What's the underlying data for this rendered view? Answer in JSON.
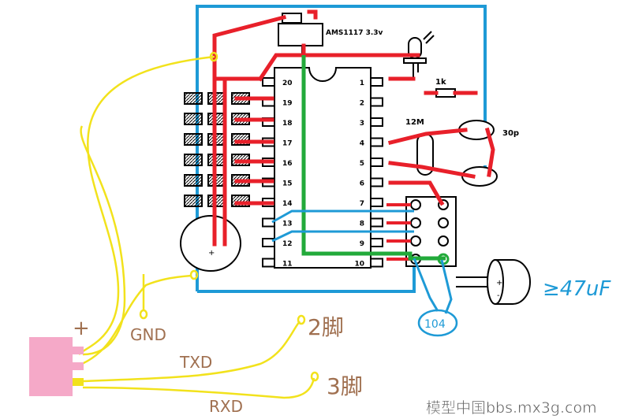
{
  "chip": {
    "left_pins": [
      "20",
      "19",
      "18",
      "17",
      "16",
      "15",
      "14",
      "13",
      "12",
      "11"
    ],
    "right_pins": [
      "1",
      "2",
      "3",
      "4",
      "5",
      "6",
      "7",
      "8",
      "9",
      "10"
    ]
  },
  "labels": {
    "regulator": "AMS1117 3.3v",
    "resistor": "1k",
    "crystal": "12M",
    "cap_30p": "30p",
    "cap_104": "104",
    "cap_47uf": "≥47uF",
    "cap_plus": "+",
    "elec_plus": "+",
    "elec_minus": "-",
    "conn_plus": "+",
    "gnd": "GND",
    "txd": "TXD",
    "rxd": "RXD",
    "pin2": "2脚",
    "pin3": "3脚",
    "watermark": "模型中国bbs.mx3g.com"
  },
  "colors": {
    "power_wire": "#e8202a",
    "board_outline": "#1e9ad6",
    "ground_wire": "#22aa3a",
    "signal_wire": "#f2e21c",
    "connector": "#f5a9c8",
    "handwriting": "#a07050",
    "ink": "#000000"
  }
}
